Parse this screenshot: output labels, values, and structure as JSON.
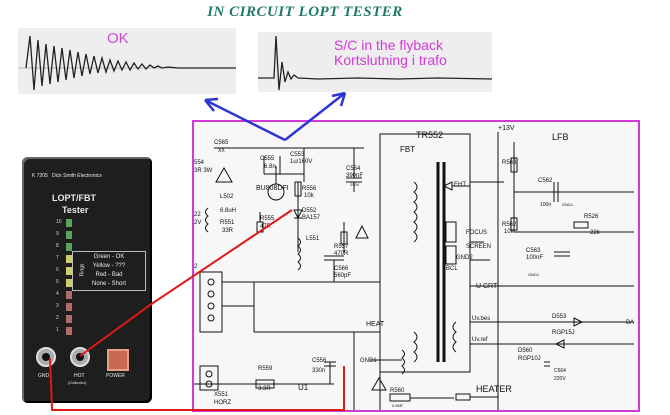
{
  "title": "IN CIRCUIT LOPT TESTER",
  "waveforms": {
    "ok_label": "OK",
    "sc_label_line1": "S/C in the flyback",
    "sc_label_line2": "Kortslutning i trafo"
  },
  "device": {
    "model": "K 7205",
    "brand": "Dick Smith Electronics",
    "title_line1": "LOPT/FBT",
    "title_line2": "Tester",
    "rings_label": "Rings",
    "led_numbers": [
      "1",
      "2",
      "3",
      "4",
      "5",
      "6",
      "7",
      "8",
      "9",
      "10"
    ],
    "legend": [
      "Green - OK",
      "Yellow - ???",
      "Red - Bad",
      "None - Short"
    ],
    "gnd_label": "GND",
    "hot_label": "HOT",
    "collector_label": "(Collector)",
    "power_label": "POWER"
  },
  "schematic": {
    "labels": {
      "tr552": "TR552",
      "fbt": "FBT",
      "plus13v": "+13V",
      "lfb": "LFB",
      "c565": "C565",
      "c565_val": "XX",
      "c555": "C555",
      "c555_val": "6.8n",
      "c553": "C553",
      "c553_val": "1u/160V",
      "bu808": "BU808DFI",
      "c554": "C554",
      "c554_val": "390nF",
      "c554_v": "250V",
      "r563": "R563",
      "c562": "C562",
      "c562_val": "100n",
      "gnd1a": "GND1",
      "r526": "R526",
      "r526_val": "22k",
      "r554": "554",
      "r554_val": "3R 3W",
      "l502": "L502",
      "l502_val": "6.8uH",
      "r555": "R555",
      "r555_val": "47R",
      "r556": "R556",
      "r556_val": "10k",
      "d552": "D552",
      "d552_val": "BA157",
      "r557": "R557",
      "r557_val": "470R",
      "r551": "R551",
      "r551_val": "33R",
      "l551": "L551",
      "c566": "C566",
      "c566_val": "560pF",
      "eht": "EHT",
      "focus": "FOCUS",
      "screen": "SCREEN",
      "gnd2": "GND2",
      "bcl": "BCL",
      "r562": "R562",
      "r562_val": "10k",
      "c563": "C563",
      "c563_val": "100nF",
      "gnd1b": "GND1",
      "ucrt": "U CRT",
      "uvbes": "Uv.bes",
      "uvref": "Uv.ref",
      "d553": "D553",
      "d553_val": "RGP15J",
      "d560": "D560",
      "d560_val": "RGP10J",
      "c564": "C564",
      "c564_val": "220V",
      "heat": "HEAT",
      "gnd1c": "GND1",
      "c556": "C556",
      "c556_val": "330n",
      "r559": "R559",
      "r559_val": "3.3R",
      "u1": "U1",
      "x551": "X551",
      "horz": "HORZ",
      "r560": "R560",
      "r560_val": "0.56R",
      "heater": "HEATER",
      "pin2": "2",
      "v22": "22",
      "v2": "2V",
      "ba": "BA"
    }
  },
  "colors": {
    "title": "#1f7a6a",
    "magenta": "#d23ad8",
    "probe_red": "#e01818",
    "arrow_blue": "#2f34d8",
    "waveform_bg": "#eeeeee"
  }
}
